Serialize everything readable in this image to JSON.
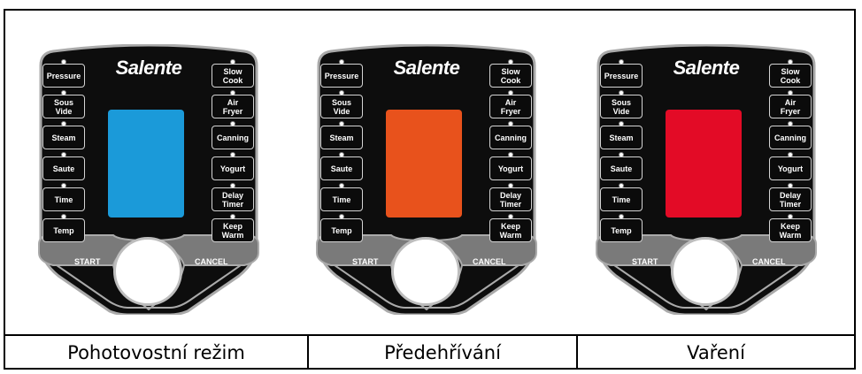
{
  "brand": "Salente",
  "left_buttons": [
    "Pressure",
    "Sous\nVide",
    "Steam",
    "Saute",
    "Time",
    "Temp"
  ],
  "right_buttons": [
    "Slow\nCook",
    "Air\nFryer",
    "Canning",
    "Yogurt",
    "Delay\nTimer",
    "Keep\nWarm"
  ],
  "start_label": "START",
  "cancel_label": "CANCEL",
  "panels": [
    {
      "caption": "Pohotovostní režim",
      "screen_color": "#1b9ad9"
    },
    {
      "caption": "Předehřívání",
      "screen_color": "#e8521c"
    },
    {
      "caption": "Vaření",
      "screen_color": "#e30b26"
    }
  ],
  "colors": {
    "body": "#0d0d0d",
    "rim": "#aaaaaa",
    "bottom_band": "#7a7a7a"
  }
}
